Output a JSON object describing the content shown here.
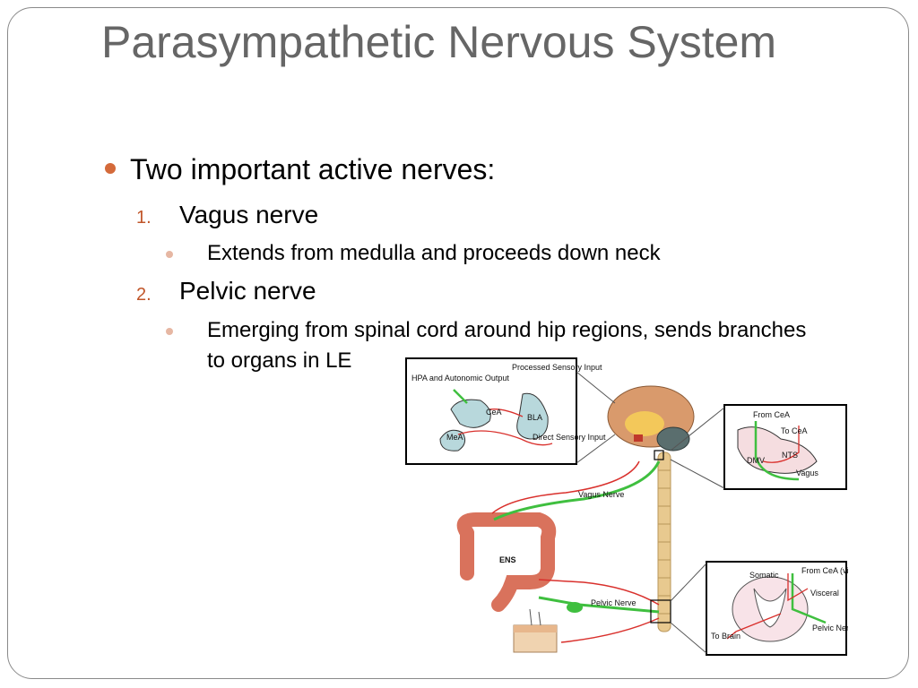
{
  "slide": {
    "title": "Parasympathetic Nervous System",
    "bullet": "Two important active nerves:",
    "items": [
      {
        "number": "1.",
        "label": "Vagus nerve",
        "detail": "Extends from medulla and proceeds down neck"
      },
      {
        "number": "2.",
        "label": "Pelvic nerve",
        "detail": "Emerging from spinal cord around hip regions, sends branches to organs in LE"
      }
    ]
  },
  "figure": {
    "inset_amygdala": {
      "hpa_output": "HPA and Autonomic Output",
      "processed_input": "Processed Sensory Input",
      "cea": "CeA",
      "bla": "BLA",
      "mea": "MeA",
      "direct_input": "Direct Sensory Input"
    },
    "inset_brainstem": {
      "from_cea": "From CeA",
      "to_cea": "To CeA",
      "dmv": "DMV",
      "nts": "NTS",
      "vagus": "Vagus"
    },
    "inset_spinal": {
      "somatic": "Somatic",
      "from_cea": "From CeA (via LC/BN)",
      "visceral": "Visceral",
      "pelvic_nerve": "Pelvic Nerve",
      "to_brain": "To Brain"
    },
    "vagus_nerve": "Vagus Nerve",
    "pelvic_nerve": "Pelvic Nerve",
    "ens": "ENS",
    "colors": {
      "efferent": "#3fbf3f",
      "afferent": "#d9302c",
      "tissue": "#b8d8dc",
      "intestine": "#d9725c"
    }
  }
}
